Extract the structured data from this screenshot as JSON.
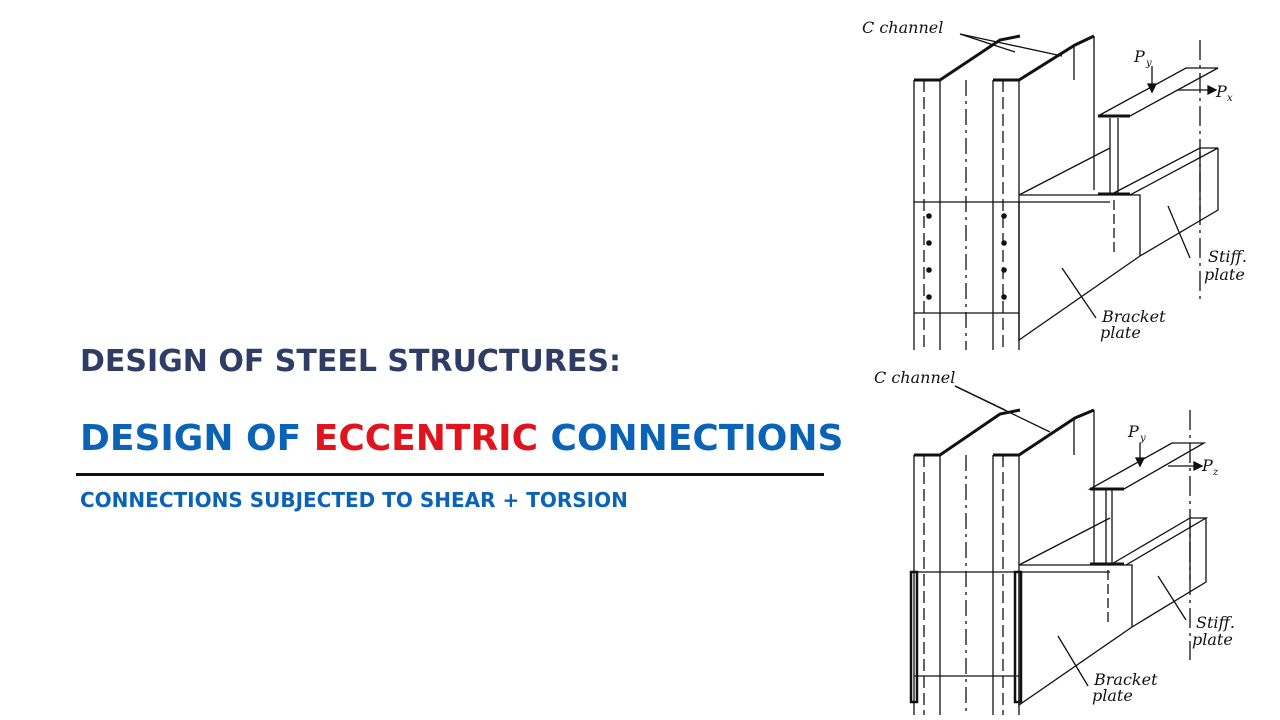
{
  "title": {
    "subject": "DESIGN OF STEEL STRUCTURES:",
    "topic_prefix": "DESIGN OF ",
    "topic_accent": "ECCENTRIC",
    "topic_suffix": " CONNECTIONS",
    "subtopic": "CONNECTIONS SUBJECTED TO SHEAR + TORSION"
  },
  "colors": {
    "subject": "#2f3d66",
    "topic": "#0b63b8",
    "accent": "#e0141c"
  },
  "diagrams": {
    "top": {
      "c_channel": "C channel",
      "py": "P",
      "py_sub": "y",
      "px": "P",
      "px_sub": "x",
      "stiff_1": "Stiff.",
      "stiff_2": "plate",
      "bracket_1": "Bracket",
      "bracket_2": "plate",
      "connection": "bolted"
    },
    "bottom": {
      "c_channel": "C channel",
      "py": "P",
      "py_sub": "y",
      "px": "P",
      "px_sub": "z",
      "stiff_1": "Stiff.",
      "stiff_2": "plate",
      "bracket_1": "Bracket",
      "bracket_2": "plate",
      "connection": "welded"
    }
  }
}
